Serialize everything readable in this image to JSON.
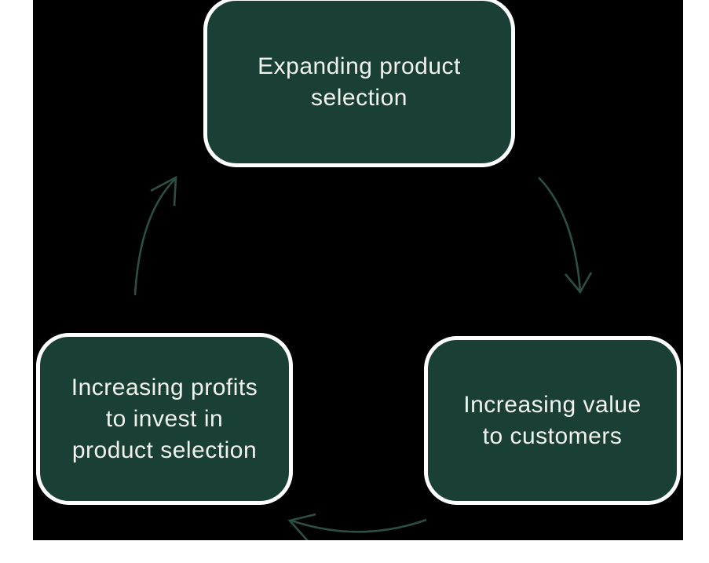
{
  "diagram": {
    "type": "cycle",
    "colors": {
      "page_background": "#ffffff",
      "canvas_background": "#000000",
      "node_fill": "#1a4036",
      "node_border": "#ffffff",
      "node_text": "#f1f2ee",
      "arrow": "#2b4f44"
    },
    "nodes": [
      {
        "id": "expanding-product-selection",
        "label": "Expanding product selection",
        "lines": [
          "Expanding product",
          "selection"
        ]
      },
      {
        "id": "increasing-value-to-customers",
        "label": "Increasing value to customers",
        "lines": [
          "Increasing value",
          "to customers"
        ]
      },
      {
        "id": "increasing-profits-to-invest",
        "label": "Increasing profits to invest in product selection",
        "lines": [
          "Increasing profits",
          "to invest in",
          "product selection"
        ]
      }
    ],
    "edges": [
      {
        "from": "expanding-product-selection",
        "to": "increasing-value-to-customers"
      },
      {
        "from": "increasing-value-to-customers",
        "to": "increasing-profits-to-invest"
      },
      {
        "from": "increasing-profits-to-invest",
        "to": "expanding-product-selection"
      }
    ]
  }
}
